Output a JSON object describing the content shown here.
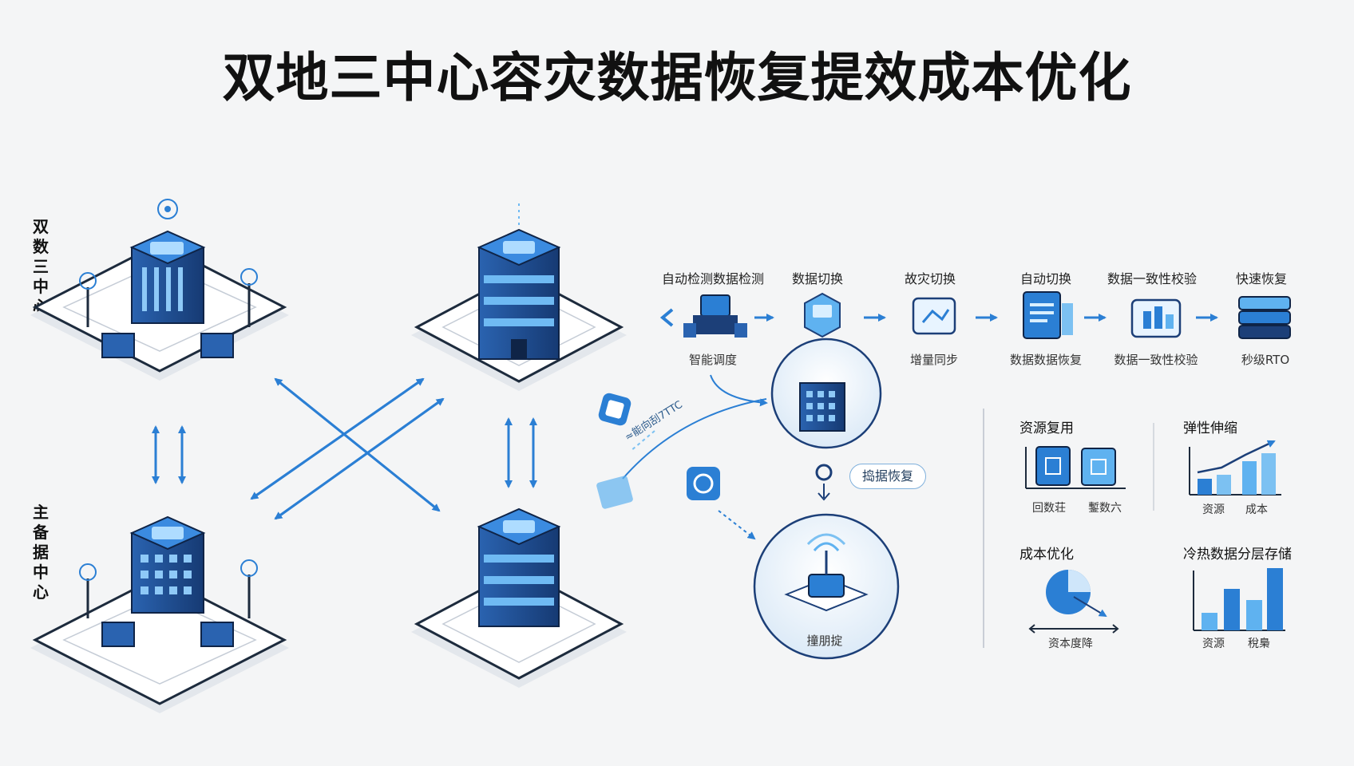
{
  "title": "双地三中心容灾数据恢复提效成本优化",
  "side_labels": {
    "top": "双数三中心",
    "bottom": "主备据中心"
  },
  "steps": [
    {
      "label": "自动检测数据检测",
      "sublabel": "智能调度"
    },
    {
      "label": "数据切换",
      "sublabel": ""
    },
    {
      "label": "故灾切换",
      "sublabel": "增量同步"
    },
    {
      "label": "自动切换",
      "sublabel": "数据数据恢复"
    },
    {
      "label": "数据一致性校验",
      "sublabel": "数据一致性校验"
    },
    {
      "label": "快速恢复",
      "sublabel": "秒级RTO"
    }
  ],
  "recovery_pill": "捣据恢复",
  "recovery_node_label": "撞朋掟",
  "diagonal_text": "≈能向刮7TTC",
  "panels": {
    "resource_reuse": {
      "title": "资源复用",
      "labels": [
        "回数荘",
        "鏨数六"
      ]
    },
    "elastic": {
      "title": "弹性伸缩",
      "labels": [
        "资源",
        "成本"
      ]
    },
    "cost_opt": {
      "title": "成本优化",
      "labels": [
        "资本度降"
      ]
    },
    "tiered": {
      "title": "冷热数据分层存储",
      "labels": [
        "资源",
        "稅梟"
      ]
    }
  },
  "colors": {
    "accent": "#2b7fd4",
    "dark_blue": "#1c3f78",
    "light_blue": "#7cc1f2",
    "platform": "#ffffff"
  }
}
